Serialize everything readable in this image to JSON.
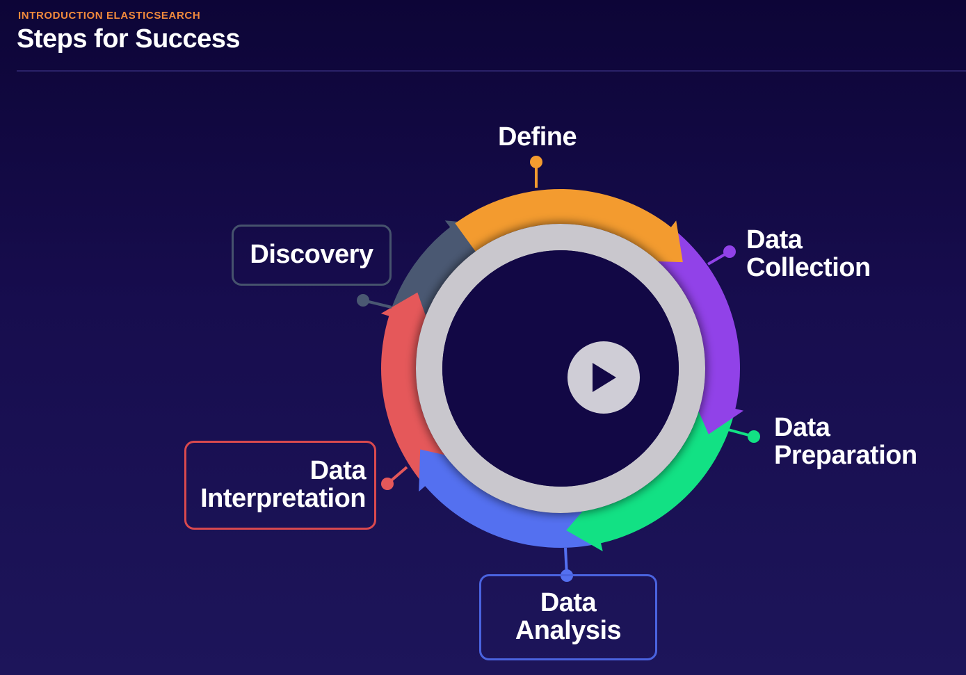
{
  "header": {
    "eyebrow": "INTRODUCTION ELASTICSEARCH",
    "title": "Steps for Success"
  },
  "cycle": {
    "steps": [
      {
        "id": "define",
        "lines": [
          "Define"
        ],
        "color": "#f39b2f"
      },
      {
        "id": "data-collection",
        "lines": [
          "Data",
          "Collection"
        ],
        "color": "#9142e8"
      },
      {
        "id": "data-preparation",
        "lines": [
          "Data",
          "Preparation"
        ],
        "color": "#12e184"
      },
      {
        "id": "data-analysis",
        "lines": [
          "Data",
          "Analysis"
        ],
        "color": "#5470f0"
      },
      {
        "id": "data-interpretation",
        "lines": [
          "Data",
          "Interpretation"
        ],
        "color": "#e5585a"
      },
      {
        "id": "discovery",
        "lines": [
          "Discovery"
        ],
        "color": "#4a5872"
      }
    ],
    "inner_ring_color": "#c9c7cd"
  },
  "player": {
    "play_icon": "play-icon"
  }
}
